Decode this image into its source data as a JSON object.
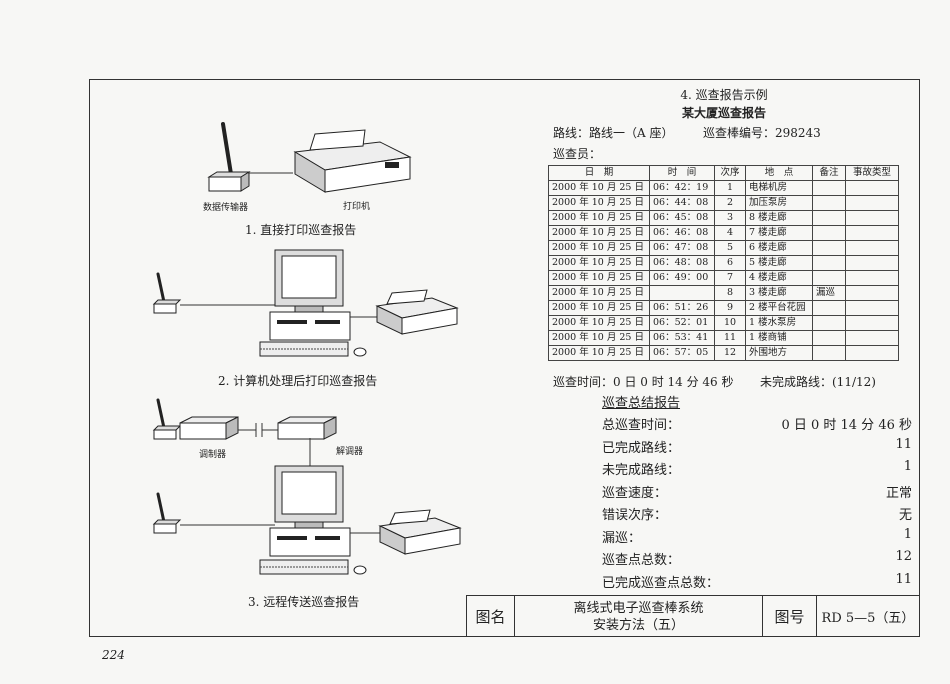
{
  "page_number": "224",
  "left": {
    "diagram1": {
      "caption": "1. 直接打印巡查报告",
      "label_transmitter": "数据传输器",
      "label_printer": "打印机"
    },
    "diagram2": {
      "caption": "2. 计算机处理后打印巡查报告"
    },
    "diagram3": {
      "caption": "3. 远程传送巡查报告",
      "label_modulator": "调制器",
      "label_demodulator": "解调器"
    }
  },
  "report": {
    "section_heading": "4. 巡查报告示例",
    "title": "某大厦巡查报告",
    "route": "路线：路线一（A 座）",
    "stick_no": "巡查棒编号：298243",
    "inspector": "巡查员：",
    "columns": [
      "日　期",
      "时　间",
      "次序",
      "地　点",
      "备注",
      "事故类型"
    ],
    "rows": [
      [
        "2000 年 10 月 25 日",
        "06：42：19",
        "1",
        "电梯机房",
        "",
        ""
      ],
      [
        "2000 年 10 月 25 日",
        "06：44：08",
        "2",
        "加压泵房",
        "",
        ""
      ],
      [
        "2000 年 10 月 25 日",
        "06：45：08",
        "3",
        "8 楼走廊",
        "",
        ""
      ],
      [
        "2000 年 10 月 25 日",
        "06：46：08",
        "4",
        "7 楼走廊",
        "",
        ""
      ],
      [
        "2000 年 10 月 25 日",
        "06：47：08",
        "5",
        "6 楼走廊",
        "",
        ""
      ],
      [
        "2000 年 10 月 25 日",
        "06：48：08",
        "6",
        "5 楼走廊",
        "",
        ""
      ],
      [
        "2000 年 10 月 25 日",
        "06：49：00",
        "7",
        "4 楼走廊",
        "",
        ""
      ],
      [
        "2000 年 10 月 25 日",
        "",
        "8",
        "3 楼走廊",
        "漏巡",
        ""
      ],
      [
        "2000 年 10 月 25 日",
        "06：51：26",
        "9",
        "2 楼平台花园",
        "",
        ""
      ],
      [
        "2000 年 10 月 25 日",
        "06：52：01",
        "10",
        "1 楼水泵房",
        "",
        ""
      ],
      [
        "2000 年 10 月 25 日",
        "06：53：41",
        "11",
        "1 楼商铺",
        "",
        ""
      ],
      [
        "2000 年 10 月 25 日",
        "06：57：05",
        "12",
        "外围地方",
        "",
        ""
      ]
    ],
    "patrol_time": "巡查时间：0 日 0 时 14 分 46 秒",
    "incomplete_route": "未完成路线：(11/12)"
  },
  "summary": {
    "title": "巡查总结报告",
    "items": [
      {
        "label": "总巡查时间：",
        "value": "0 日 0 时 14 分 46 秒"
      },
      {
        "label": "已完成路线：",
        "value": "11"
      },
      {
        "label": "未完成路线：",
        "value": "1"
      },
      {
        "label": "巡查速度：",
        "value": "正常"
      },
      {
        "label": "错误次序：",
        "value": "无"
      },
      {
        "label": "漏巡：",
        "value": "1"
      },
      {
        "label": "巡查点总数：",
        "value": "12"
      },
      {
        "label": "已完成巡查点总数：",
        "value": "11"
      }
    ]
  },
  "title_block": {
    "name_label": "图名",
    "name_line1": "离线式电子巡查棒系统",
    "name_line2": "安装方法（五）",
    "number_label": "图号",
    "number_value": "RD 5—5（五）"
  }
}
